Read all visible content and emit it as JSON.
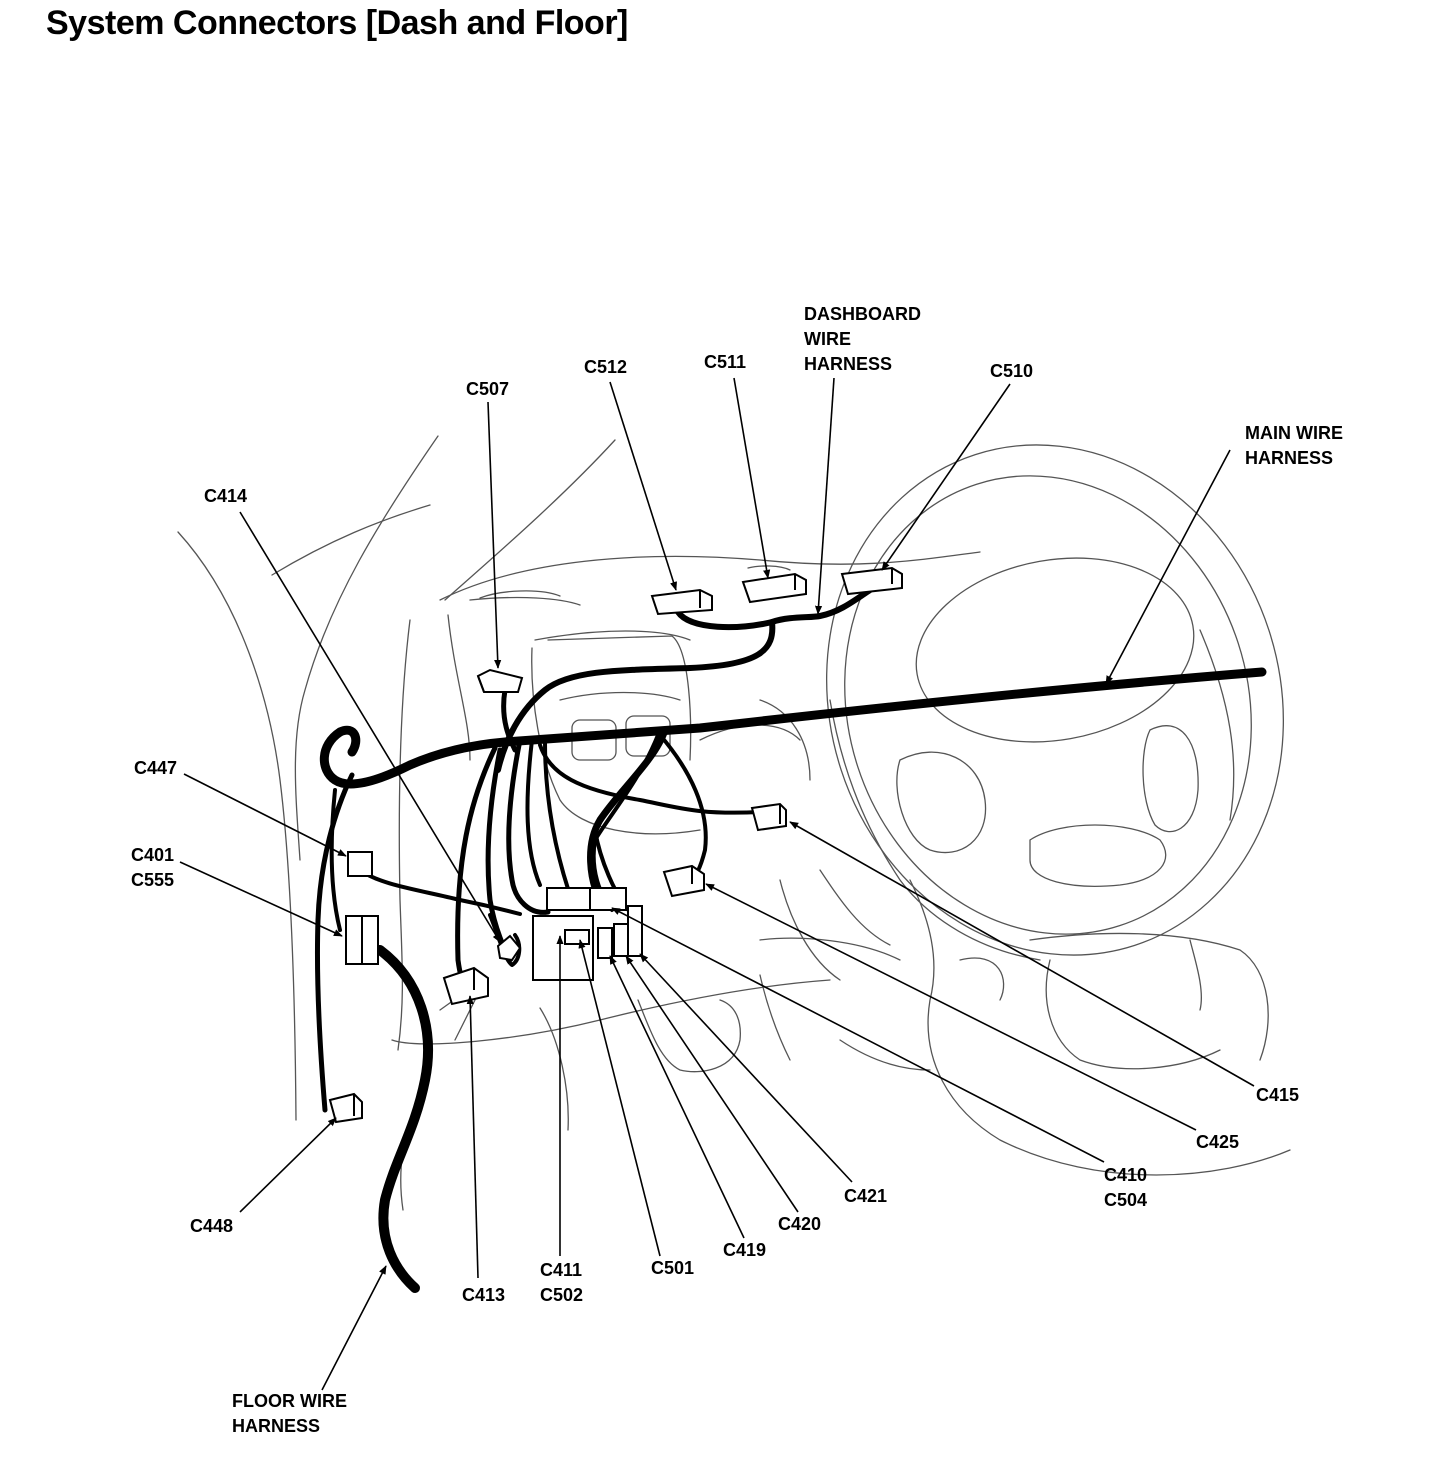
{
  "title": "System Connectors [Dash and Floor]",
  "connectors": {
    "c507": "C507",
    "c512": "C512",
    "c511": "C511",
    "c510": "C510",
    "c414": "C414",
    "c447": "C447",
    "c401_c555": [
      "C401",
      "C555"
    ],
    "c448": "C448",
    "c413": "C413",
    "c411_c502": [
      "C411",
      "C502"
    ],
    "c501": "C501",
    "c419": "C419",
    "c420": "C420",
    "c421": "C421",
    "c410_c504": [
      "C410",
      "C504"
    ],
    "c425": "C425",
    "c415": "C415"
  },
  "harnesses": {
    "dashboard": [
      "DASHBOARD",
      "WIRE",
      "HARNESS"
    ],
    "main": [
      "MAIN WIRE",
      "HARNESS"
    ],
    "floor": [
      "FLOOR WIRE",
      "HARNESS"
    ]
  }
}
